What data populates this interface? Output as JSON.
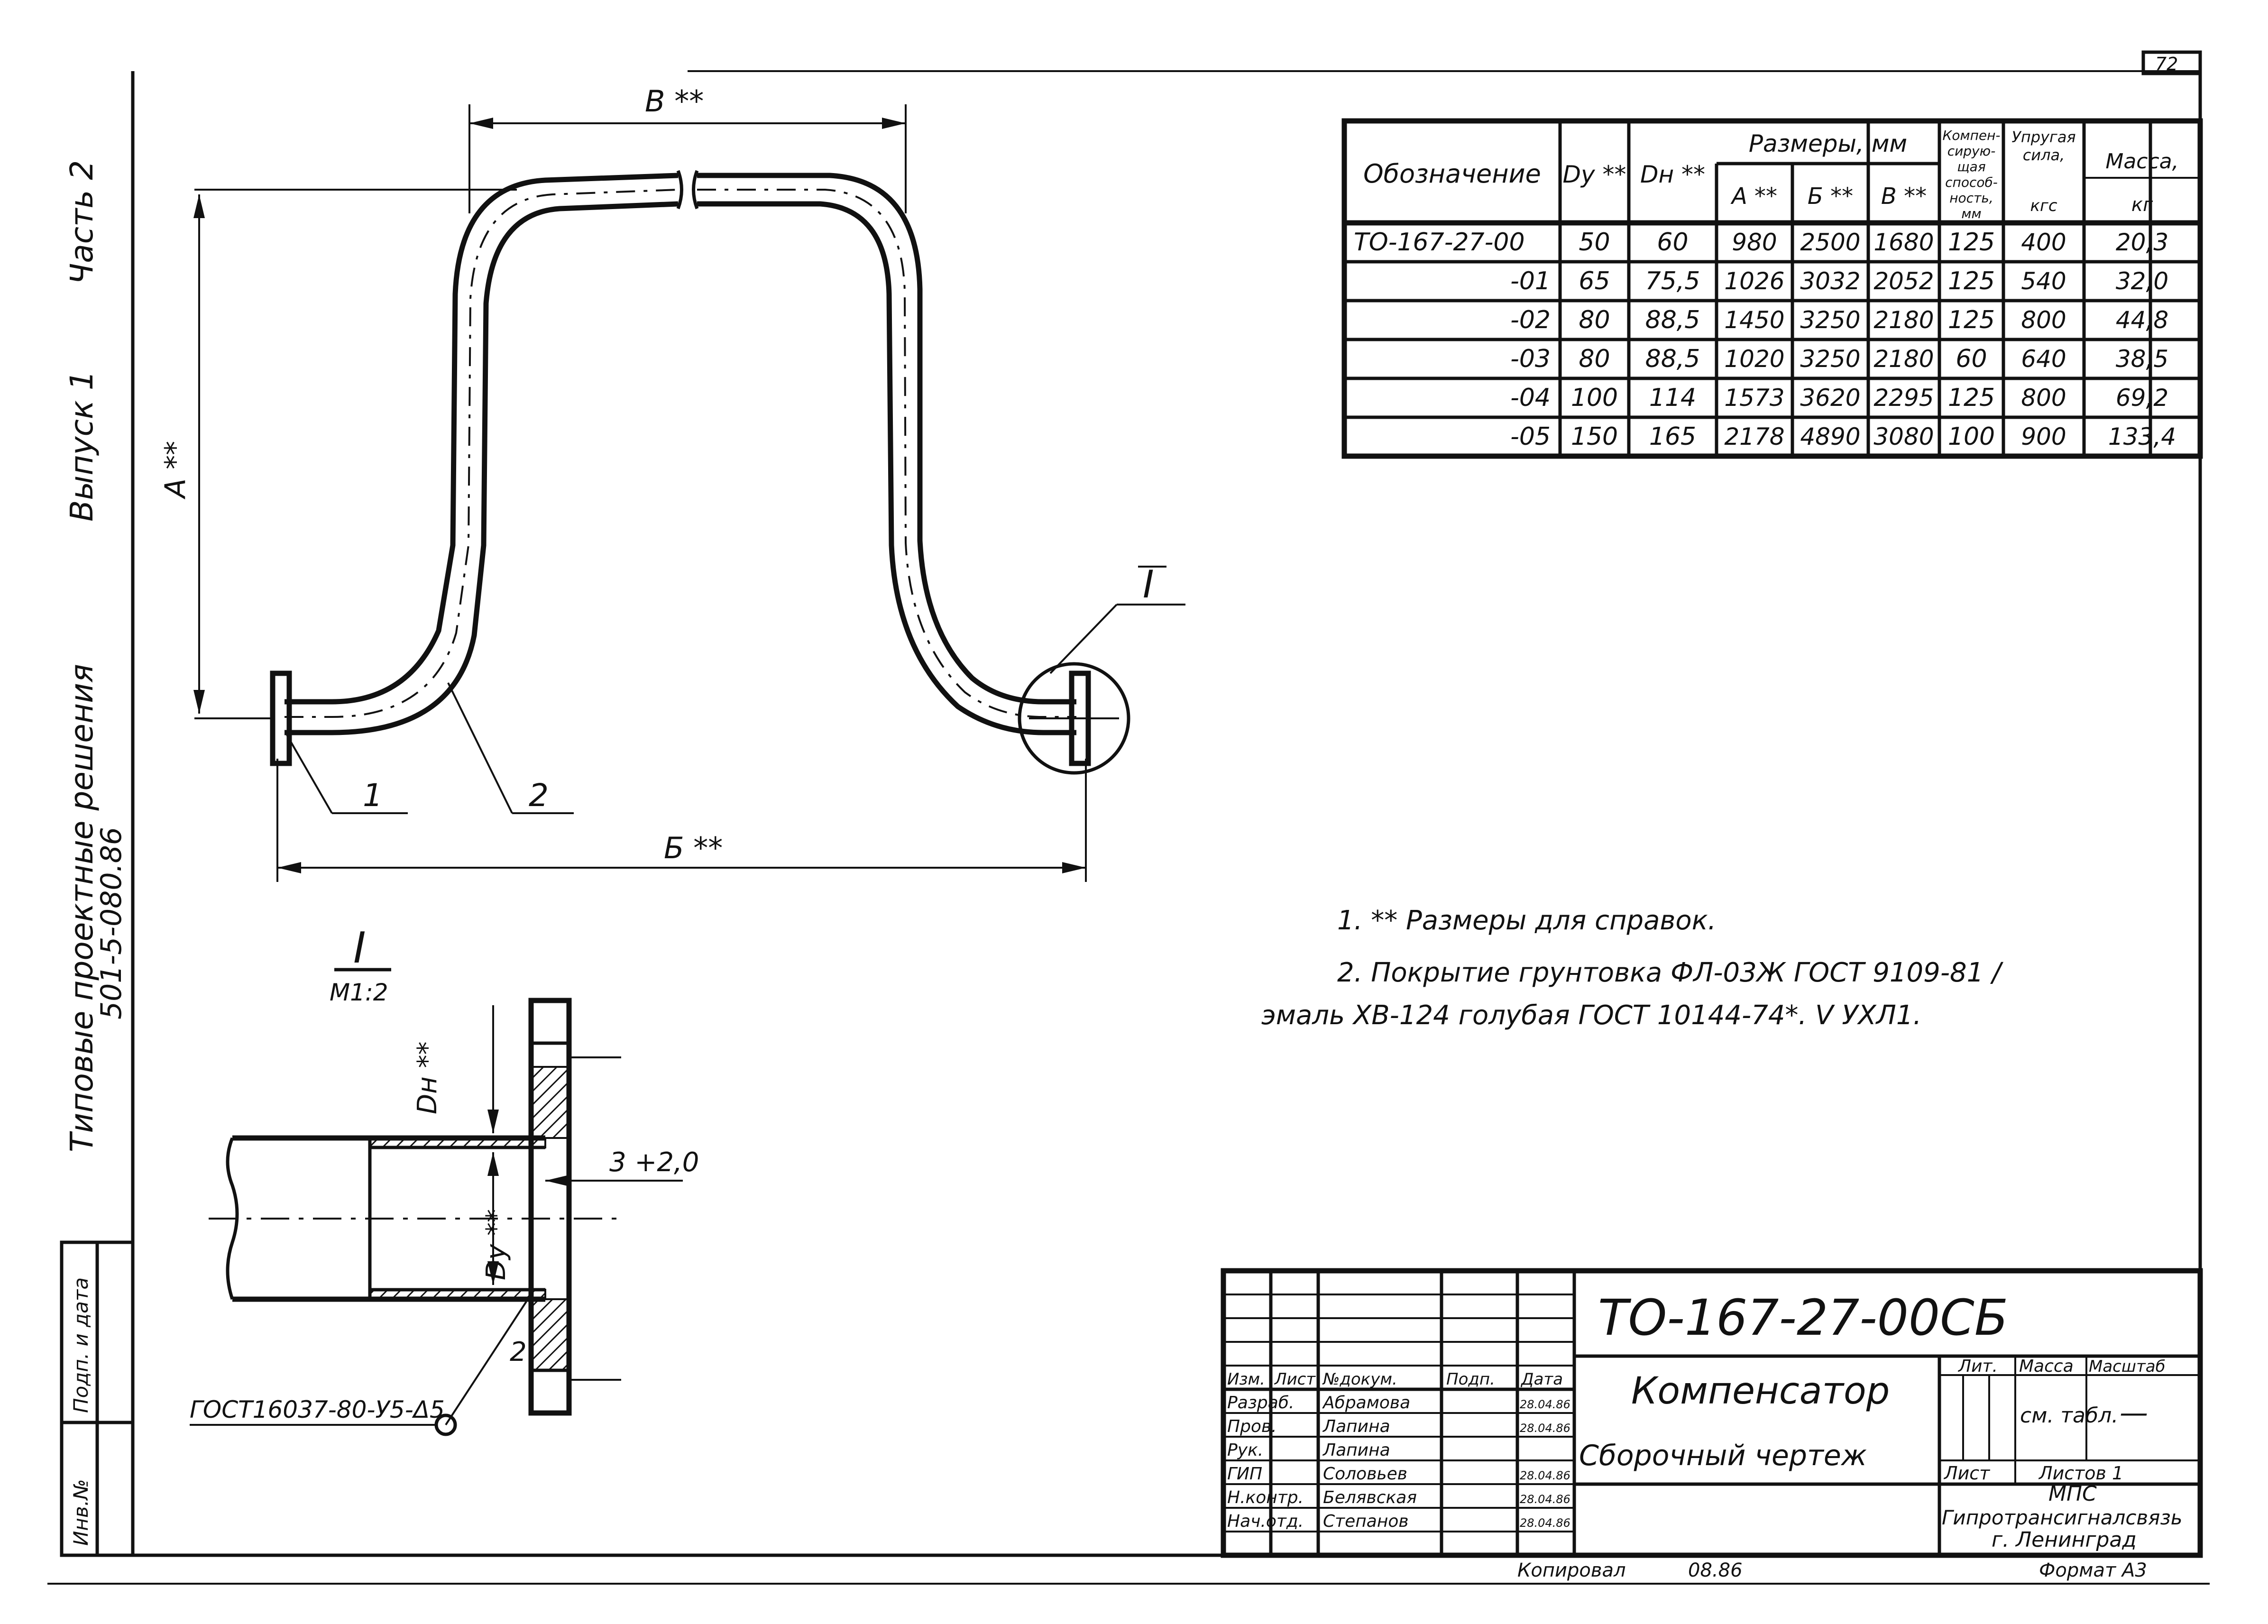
{
  "sheet_number": "72",
  "side_label": {
    "line1": "Типовые проектные решения",
    "line2": "501-5-080.86",
    "vypusk": "Выпуск 1",
    "chast": "Часть 2"
  },
  "left_stamp": {
    "inv": "Инв.№",
    "podp": "Подп. и дата"
  },
  "dims": {
    "A": "А **",
    "B_top": "В **",
    "B_bottom": "Б **",
    "item1": "1",
    "item2": "2",
    "view_mark": "I"
  },
  "detail": {
    "title": "I",
    "scale": "М1:2",
    "dn": "Dн **",
    "dy": "Dу **",
    "gap": "3 +2,0",
    "weld_note": "ГОСТ16037-80-У5-Δ5",
    "weld_item": "2"
  },
  "table": {
    "headers": {
      "designation": "Обозначение",
      "dy": "Dу **",
      "dn": "Dн **",
      "sizes": "Размеры, мм",
      "a": "А **",
      "b": "Б **",
      "v": "В **",
      "comp": "Компен-сирую-щая способ-ность, мм",
      "force": "Упругая сила, кгс",
      "mass": "Масса, кг"
    },
    "rows": [
      {
        "des": "ТО-167-27-00",
        "dy": "50",
        "dn": "60",
        "a": "980",
        "b": "2500",
        "v": "1680",
        "comp": "125",
        "force": "400",
        "mass": "20,3"
      },
      {
        "des": "-01",
        "dy": "65",
        "dn": "75,5",
        "a": "1026",
        "b": "3032",
        "v": "2052",
        "comp": "125",
        "force": "540",
        "mass": "32,0"
      },
      {
        "des": "-02",
        "dy": "80",
        "dn": "88,5",
        "a": "1450",
        "b": "3250",
        "v": "2180",
        "comp": "125",
        "force": "800",
        "mass": "44,8"
      },
      {
        "des": "-03",
        "dy": "80",
        "dn": "88,5",
        "a": "1020",
        "b": "3250",
        "v": "2180",
        "comp": "60",
        "force": "640",
        "mass": "38,5"
      },
      {
        "des": "-04",
        "dy": "100",
        "dn": "114",
        "a": "1573",
        "b": "3620",
        "v": "2295",
        "comp": "125",
        "force": "800",
        "mass": "69,2"
      },
      {
        "des": "-05",
        "dy": "150",
        "dn": "165",
        "a": "2178",
        "b": "4890",
        "v": "3080",
        "comp": "100",
        "force": "900",
        "mass": "133,4"
      }
    ]
  },
  "notes": {
    "n1": "1. ** Размеры для справок.",
    "n2": "2. Покрытие грунтовка ФЛ-03Ж ГОСТ 9109-81 /",
    "n3": "эмаль ХВ-124 голубая ГОСТ 10144-74*. V УХЛ1."
  },
  "title_block": {
    "code": "ТО-167-27-00СБ",
    "name": "Компенсатор",
    "doc_type": "Сборочный чертеж",
    "lit": "Лит.",
    "massa": "Масса",
    "masshtab": "Масштаб",
    "mass_value": "см. табл.",
    "scale_value": "—",
    "list": "Лист",
    "listov": "Листов 1",
    "org1": "МПС",
    "org2": "Гипротрансигналсвязь",
    "org3": "г. Ленинград",
    "format": "Формат А3",
    "copied": "Копировал",
    "copied_date": "08.86",
    "col_izm": "Изм.",
    "col_list": "Лист",
    "col_doc": "№докум.",
    "col_podp": "Подп.",
    "col_data": "Дата",
    "people": [
      {
        "role": "Разраб.",
        "name": "Абрамова",
        "date": "28.04.86"
      },
      {
        "role": "Пров.",
        "name": "Лапина",
        "date": "28.04.86"
      },
      {
        "role": "Рук.",
        "name": "Лапина",
        "date": ""
      },
      {
        "role": "ГИП",
        "name": "Соловьев",
        "date": "28.04.86"
      },
      {
        "role": "Н.контр.",
        "name": "Белявская",
        "date": "28.04.86"
      },
      {
        "role": "Нач.отд.",
        "name": "Степанов",
        "date": "28.04.86"
      }
    ]
  }
}
